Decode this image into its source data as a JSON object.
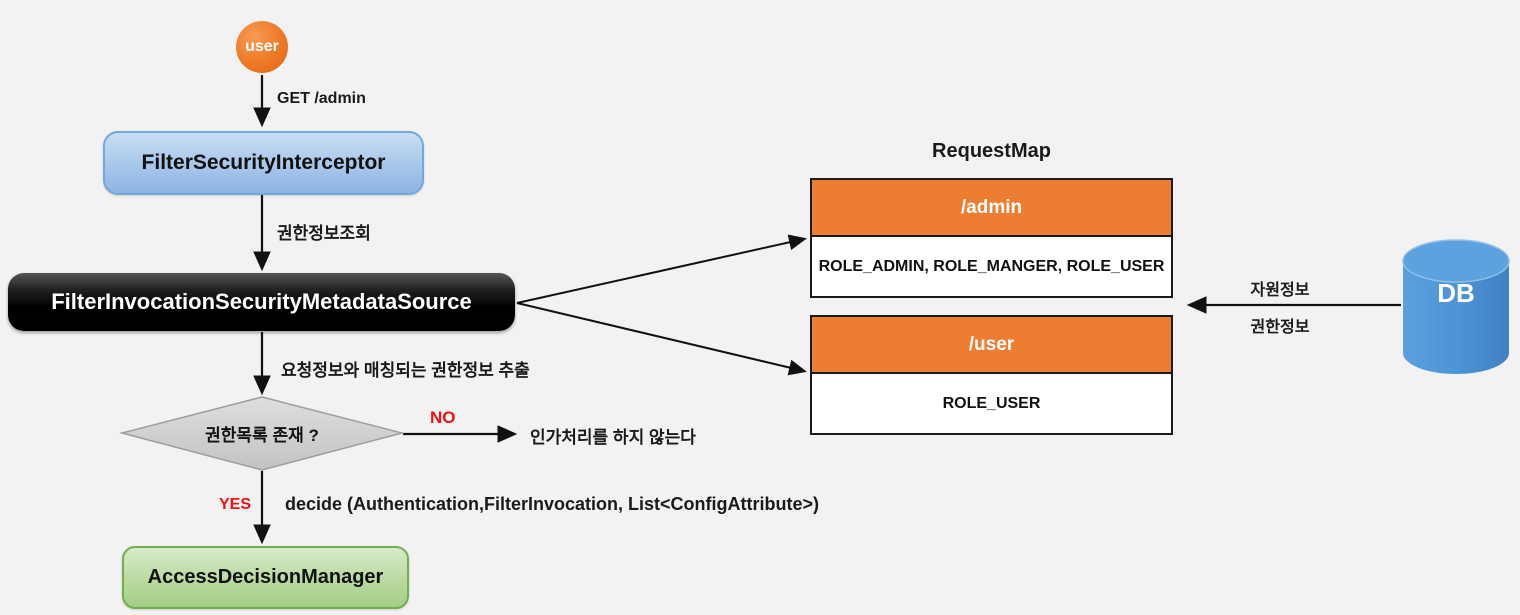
{
  "flow": {
    "user_label": "user",
    "request_label": "GET /admin",
    "interceptor_label": "FilterSecurityInterceptor",
    "lookup_label": "권한정보조회",
    "metadata_source_label": "FilterInvocationSecurityMetadataSource",
    "extract_label": "요청정보와 매칭되는 권한정보 추출",
    "decision_label": "권한목록 존재 ?",
    "no_label": "NO",
    "no_result_label": "인가처리를 하지 않는다",
    "yes_label": "YES",
    "decide_label": "decide (Authentication,FilterInvocation, List<ConfigAttribute>)",
    "manager_label": "AccessDecisionManager"
  },
  "request_map": {
    "title": "RequestMap",
    "entries": [
      {
        "path": "/admin",
        "roles": "ROLE_ADMIN, ROLE_MANGER, ROLE_USER"
      },
      {
        "path": "/user",
        "roles": "ROLE_USER"
      }
    ]
  },
  "db": {
    "label": "DB",
    "resource_info_label": "자원정보",
    "authority_info_label": "권한정보"
  },
  "colors": {
    "background": "#f2f2f2",
    "orange_accent": "#ED7D31",
    "blue_box": "#8fb4e3",
    "black_box": "#000000",
    "green_box": "#a4ce88",
    "diamond_gray": "#d0d0d0",
    "db_blue": "#4e94d6",
    "no_yes_red": "#ee1111"
  }
}
